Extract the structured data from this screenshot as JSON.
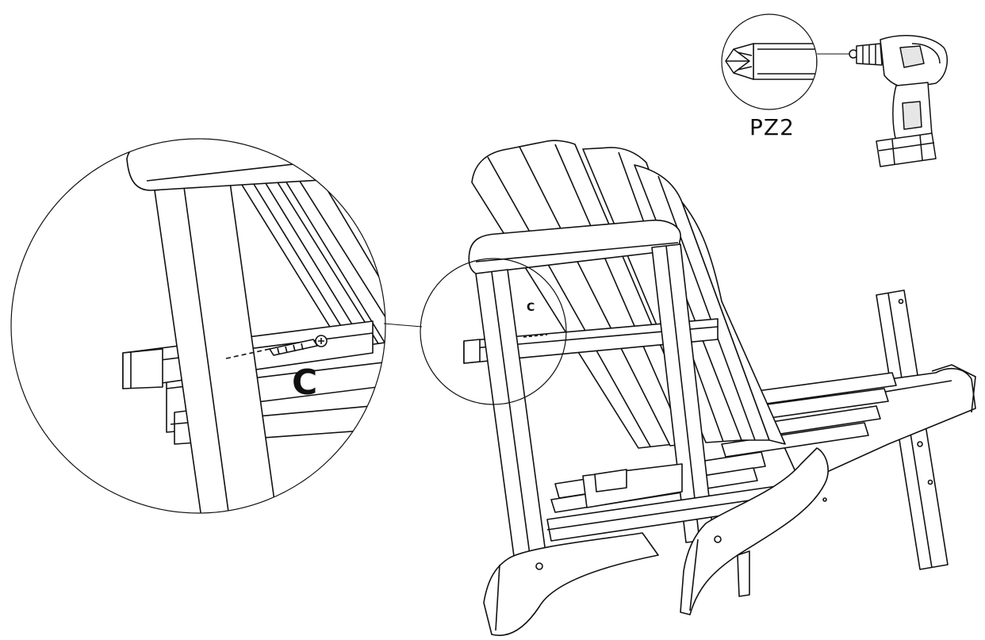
{
  "diagram": {
    "bit_label": "PZ2",
    "part_callout_large": "C",
    "part_callout_small": "C"
  },
  "colors": {
    "line": "#111111",
    "background": "#ffffff",
    "fill_light": "#ffffff",
    "fill_shade": "#e6e6e6"
  },
  "icons": [
    "drill-icon",
    "screwdriver-bit-icon",
    "screw-icon"
  ]
}
